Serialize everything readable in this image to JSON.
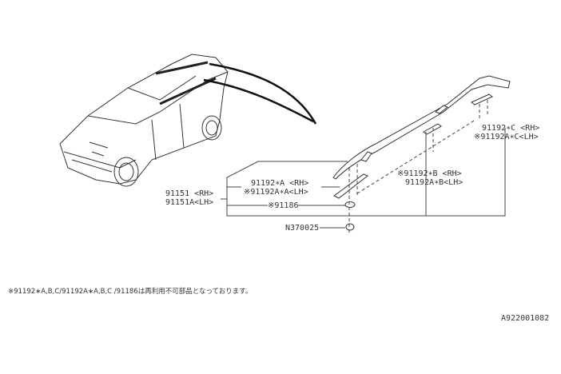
{
  "labels": {
    "p91151_rh": "91151 <RH>",
    "p91151_lh": "91151A<LH>",
    "p91192a_rh": "91192∗A <RH>",
    "p91192a_lh": "※91192A∗A<LH>",
    "p91186": "※91186",
    "n370025": "N370025",
    "p91192b_rh": "※91192∗B <RH>",
    "p91192b_lh": "91192A∗B<LH>",
    "p91192c_rh": "91192∗C <RH>",
    "p91192c_lh": "※91192A∗C<LH>"
  },
  "note": "※91192∗A,B,C/91192A∗A,B,C /91186は再利用不可部品となっております。",
  "diagram_code": "A922001082"
}
